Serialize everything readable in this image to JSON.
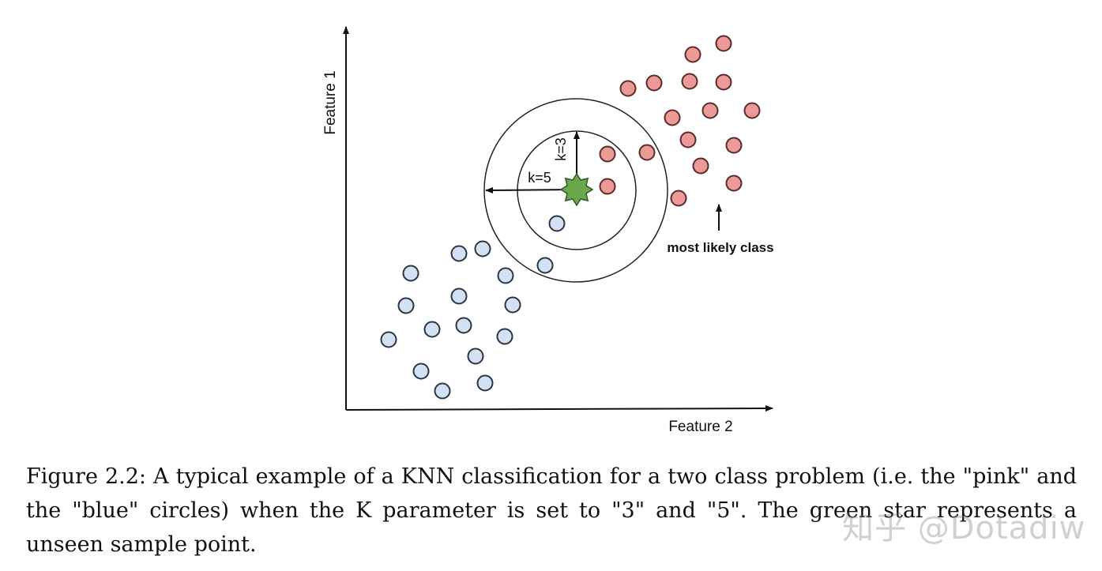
{
  "figure": {
    "x_axis_label": "Feature 2",
    "y_axis_label": "Feature 1",
    "k3_label": "k=3",
    "k5_label": "k=5",
    "annotation": "most likely class",
    "colors": {
      "pink_fill": "#ec9a98",
      "pink_stroke": "#5a2a2a",
      "blue_fill": "#d2e1f3",
      "blue_stroke": "#2c3440",
      "star_fill": "#6aa84f",
      "star_stroke": "#2d5a1e",
      "axis": "#111111"
    }
  },
  "caption": {
    "text": "Figure 2.2: A typical example of a KNN classification for a two class problem (i.e. the \"pink\" and the \"blue\" circles) when the K parameter is set to \"3\" and \"5\". The green star represents a unseen sample point."
  },
  "watermark": {
    "text": "知乎 @Dotadiw"
  }
}
